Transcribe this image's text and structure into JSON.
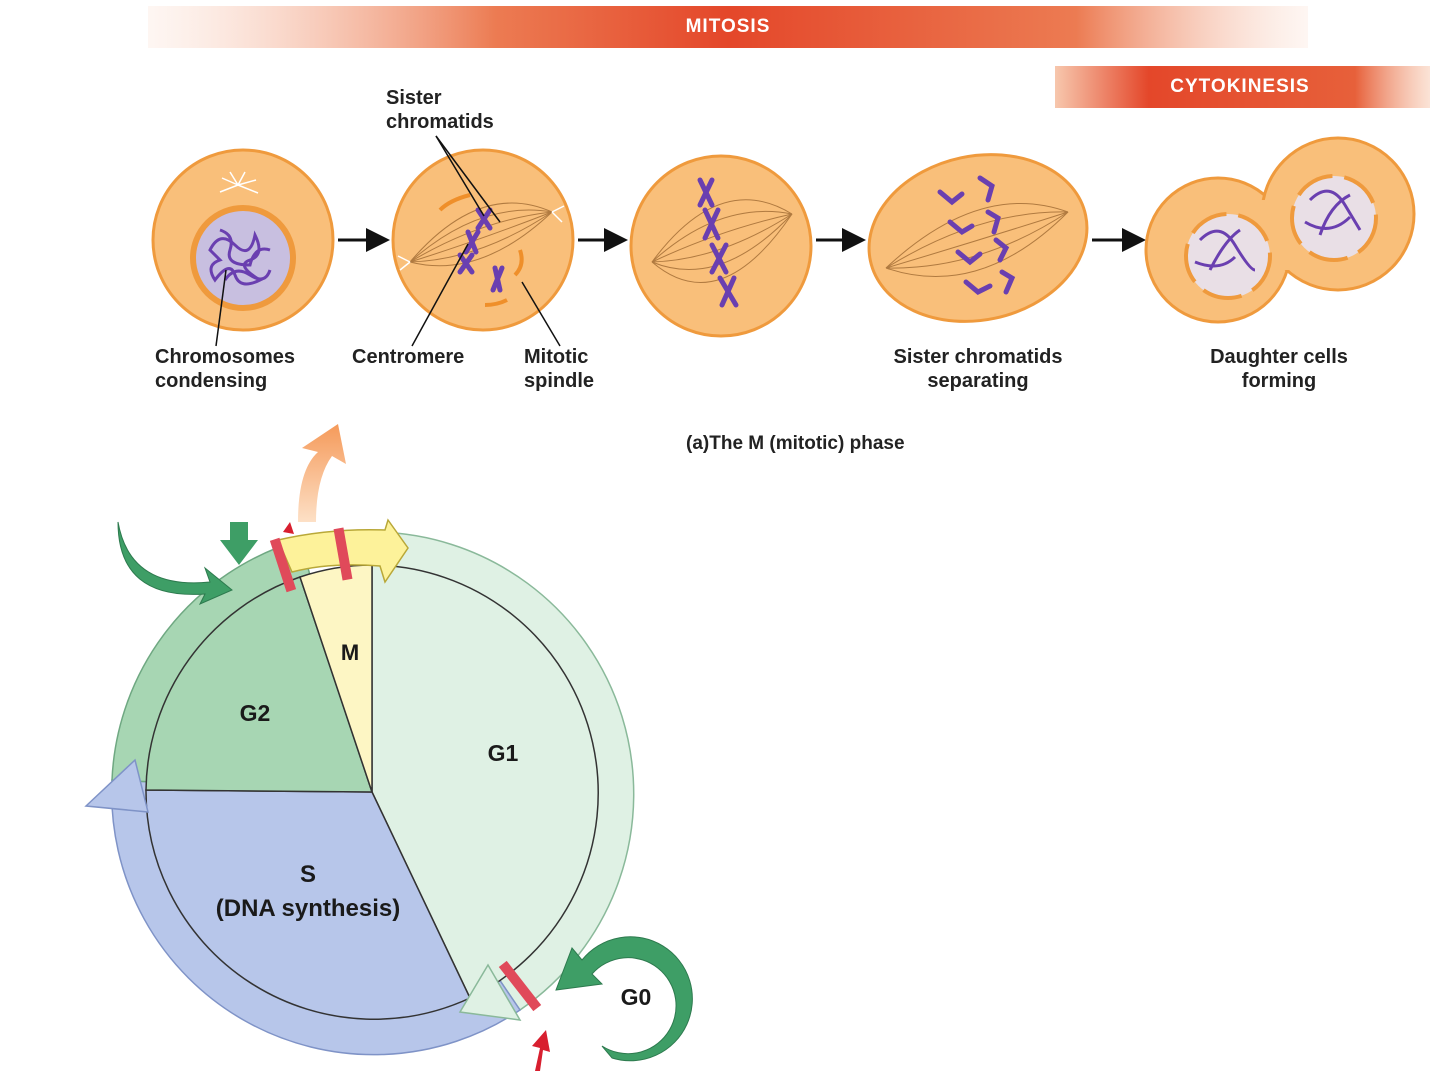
{
  "banners": {
    "mitosis": "MITOSIS",
    "cytokinesis": "CYTOKINESIS"
  },
  "labels": {
    "sister_chromatids": "Sister\nchromatids",
    "chromosomes_condensing": "Chromosomes\ncondensing",
    "centromere": "Centromere",
    "mitotic_spindle": "Mitotic\nspindle",
    "sister_chromatids_separating": "Sister chromatids\nseparating",
    "daughter_cells_forming": "Daughter cells\nforming"
  },
  "caption": {
    "tag": "(a)",
    "text": "The M (mitotic) phase"
  },
  "cycle": {
    "phases": {
      "m": "M",
      "g2": "G2",
      "g1": "G1",
      "s": "S\n(DNA synthesis)",
      "g0": "G0"
    }
  },
  "colors": {
    "banner_red": "#e4472a",
    "cell_fill": "#f9bf7a",
    "cell_border": "#ef9a3d",
    "nucleus_fill": "#c8bfe0",
    "chromosome": "#6a3fb0",
    "g1_fill": "#dff1e4",
    "g2_fill": "#a7d6b3",
    "m_fill": "#fdf6c4",
    "s_fill": "#b7c6ea",
    "green_arrow": "#3e9e66",
    "checkpoint": "#e04a5a"
  }
}
